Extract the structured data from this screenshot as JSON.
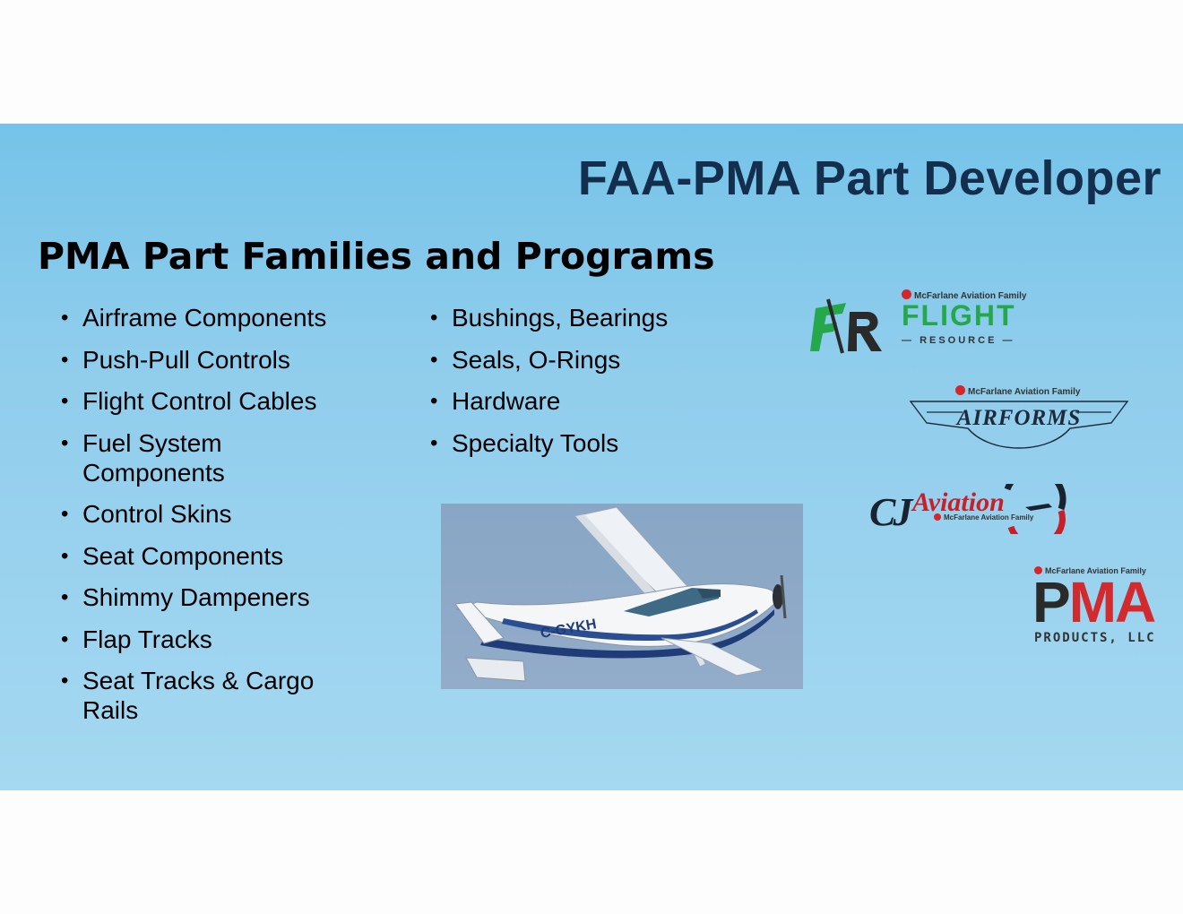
{
  "slide": {
    "title": "FAA-PMA Part Developer",
    "section_title": "PMA Part Families and Programs",
    "column_1": [
      "Airframe Components",
      "Push-Pull Controls",
      "Flight Control Cables",
      "Fuel System Components",
      "Control Skins",
      "Seat Components",
      "Shimmy Dampeners",
      "Flap Tracks",
      "Seat Tracks & Cargo Rails"
    ],
    "column_2": [
      "Bushings, Bearings",
      "Seals, O-Rings",
      "Hardware",
      "Specialty Tools"
    ],
    "photo": {
      "registration": "C-GYKH",
      "icon": "aircraft-photo"
    }
  },
  "logos": {
    "family_tagline": "McFarlane Aviation Family",
    "flight_resource": {
      "mark": "FR",
      "name": "FLIGHT",
      "subname": "RESOURCE"
    },
    "airforms": {
      "name": "AIRFORMS"
    },
    "cj_aviation": {
      "prefix": "CJ",
      "name": "Aviation"
    },
    "pma_products": {
      "mark": "PMA",
      "subname": "PRODUCTS, LLC"
    }
  },
  "colors": {
    "title": "#132f4d",
    "flight_green": "#25a84c",
    "brand_red": "#d12a2f",
    "slide_bg": "#8fcdec"
  }
}
